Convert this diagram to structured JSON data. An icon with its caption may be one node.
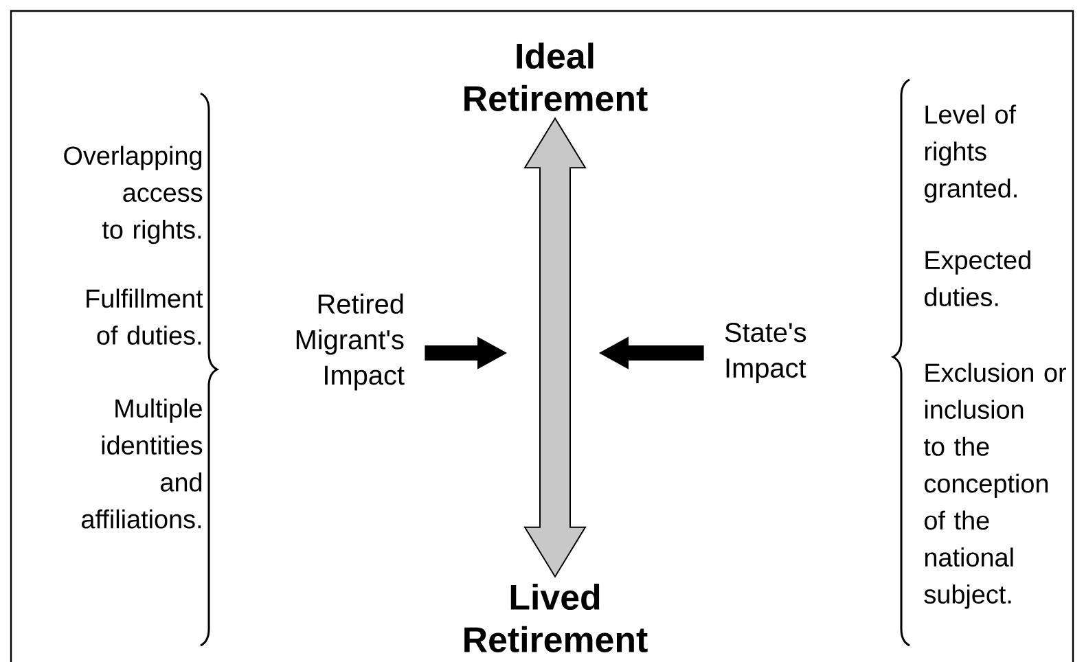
{
  "diagram": {
    "nodes": [
      {
        "text": [
          "Ideal Retirement"
        ]
      },
      {
        "text": [
          "Lived Retirement"
        ]
      },
      {
        "text": [
          "Retired Migrant's Impact"
        ]
      },
      {
        "text": [
          "State's Impact"
        ]
      }
    ],
    "edges": [
      {
        "from": 0,
        "to": 1,
        "arrow": "both"
      },
      {
        "from": 2,
        "to": null,
        "arrow": "to"
      },
      {
        "from": 3,
        "to": null,
        "arrow": "to"
      }
    ],
    "labels": [
      "Overlapping access to rights.",
      "Fulfillment of duties.",
      "Multiple identities and affiliations.",
      "Level of rights granted.",
      "Expected duties.",
      "Exclusion or inclusion to the conception of the national subject."
    ]
  }
}
